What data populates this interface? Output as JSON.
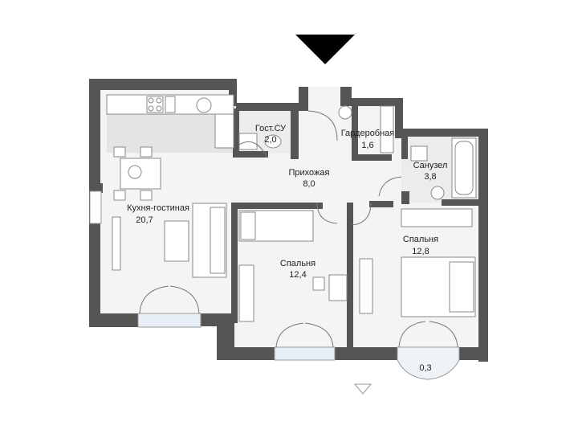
{
  "colors": {
    "wall": "#555555",
    "floor": "#f2f2f2",
    "kitchen_floor": "#e6e6e6",
    "furniture": "#cccccc",
    "entrance_arrow": "#000000"
  },
  "icons": [
    "entrance-arrow-icon",
    "dining-table-icon",
    "sofa-icon",
    "bed-icon",
    "bathtub-icon",
    "toilet-icon",
    "sink-icon",
    "stove-icon",
    "door-swing-icon",
    "window-icon"
  ],
  "rooms": {
    "kitchen_living": {
      "name": "Кухня-гостиная",
      "area": "20,7"
    },
    "guest_wc": {
      "name": "Гост.СУ",
      "area": "2,0"
    },
    "hallway": {
      "name": "Прихожая",
      "area": "8,0"
    },
    "wardrobe": {
      "name": "Гардеробная",
      "area": "1,6"
    },
    "bathroom": {
      "name": "Санузел",
      "area": "3,8"
    },
    "bedroom_small": {
      "name": "Спальня",
      "area": "12,4"
    },
    "bedroom_large": {
      "name": "Спальня",
      "area": "12,8"
    },
    "balcony": {
      "area": "0,3"
    }
  }
}
